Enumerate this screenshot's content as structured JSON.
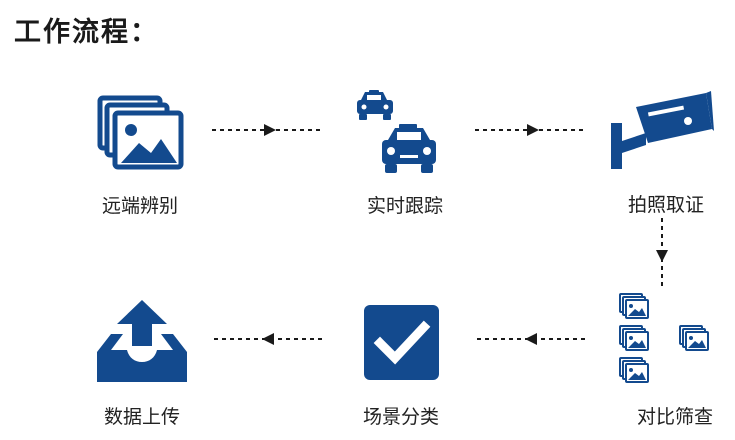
{
  "title": "工作流程：",
  "colors": {
    "brand": "#134a8e",
    "text": "#222222",
    "arrow": "#1a1a1a"
  },
  "steps": [
    {
      "label": "远端辨别",
      "icon": "image-stack-icon"
    },
    {
      "label": "实时跟踪",
      "icon": "taxi-icon"
    },
    {
      "label": "拍照取证",
      "icon": "cctv-camera-icon"
    },
    {
      "label": "对比筛查",
      "icon": "image-grid-icon"
    },
    {
      "label": "场景分类",
      "icon": "checkmark-icon"
    },
    {
      "label": "数据上传",
      "icon": "upload-tray-icon"
    }
  ]
}
